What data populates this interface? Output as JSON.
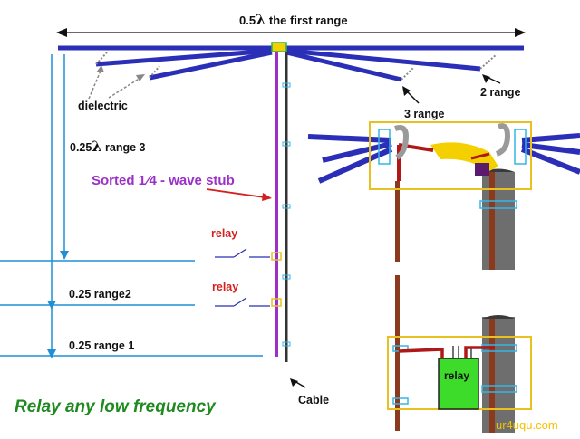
{
  "labels": {
    "top_range_prefix": "0.5",
    "lambda": "λ",
    "top_range_suffix": " the first range",
    "dielectric": "dielectric",
    "range3_prefix": "0.25",
    "range3_suffix": " range 3",
    "stub_prefix": "Sorted 1",
    "stub_frac_num": "1",
    "stub_frac_den": "4",
    "stub_suffix": " - wave stub",
    "relay_upper": "relay",
    "relay_lower": "relay",
    "range2": "0.25 range2",
    "range1": "0.25 range 1",
    "three_range": "3 range",
    "two_range": "2 range",
    "cable": "Cable",
    "relay_box": "relay",
    "footer_title": "Relay any low frequency",
    "watermark": "ur4uqu.com"
  },
  "colors": {
    "element_blue": "#2b2fb8",
    "dim_line": "#1e90d6",
    "stub_purple": "#9b30c8",
    "relay_red": "#d32020",
    "coax_gray": "#6e6e6e",
    "coax_copper": "#8b3a1e",
    "feed_yellow": "#f5d000",
    "relay_green": "#3ddc2a",
    "footer_green": "#1f8a1f",
    "box_outline": "#e8c020",
    "watermark": "#f2c200"
  }
}
